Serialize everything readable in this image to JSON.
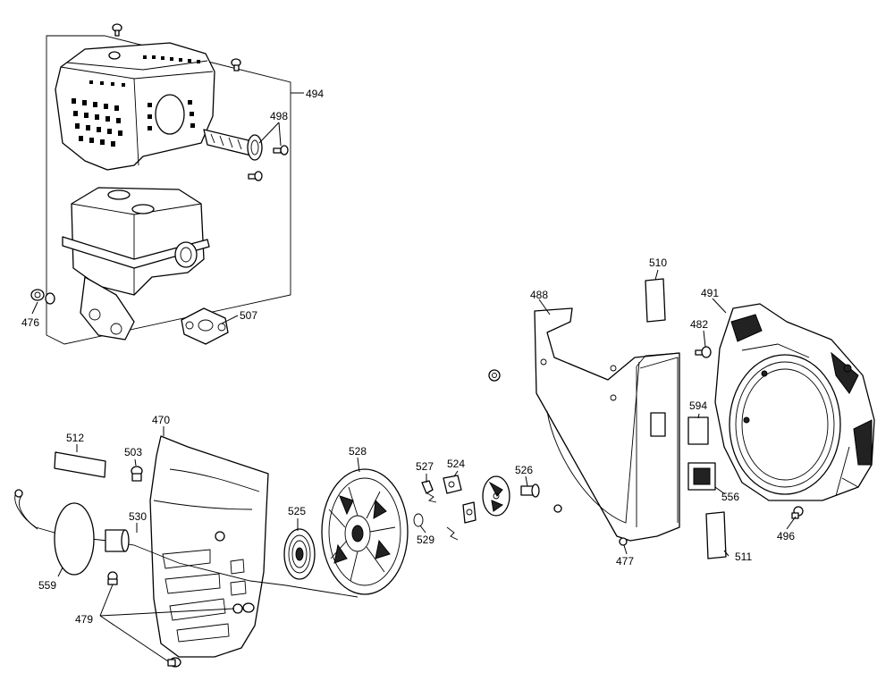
{
  "diagram": {
    "callouts": [
      {
        "id": "494",
        "text": "494"
      },
      {
        "id": "498",
        "text": "498"
      },
      {
        "id": "476",
        "text": "476"
      },
      {
        "id": "507",
        "text": "507"
      },
      {
        "id": "510",
        "text": "510"
      },
      {
        "id": "488",
        "text": "488"
      },
      {
        "id": "491",
        "text": "491"
      },
      {
        "id": "482",
        "text": "482"
      },
      {
        "id": "594",
        "text": "594"
      },
      {
        "id": "556",
        "text": "556"
      },
      {
        "id": "496",
        "text": "496"
      },
      {
        "id": "511",
        "text": "511"
      },
      {
        "id": "477",
        "text": "477"
      },
      {
        "id": "470",
        "text": "470"
      },
      {
        "id": "512",
        "text": "512"
      },
      {
        "id": "503",
        "text": "503"
      },
      {
        "id": "530",
        "text": "530"
      },
      {
        "id": "559",
        "text": "559"
      },
      {
        "id": "479",
        "text": "479"
      },
      {
        "id": "528",
        "text": "528"
      },
      {
        "id": "525",
        "text": "525"
      },
      {
        "id": "527",
        "text": "527"
      },
      {
        "id": "524",
        "text": "524"
      },
      {
        "id": "529",
        "text": "529"
      },
      {
        "id": "526",
        "text": "526"
      }
    ]
  }
}
